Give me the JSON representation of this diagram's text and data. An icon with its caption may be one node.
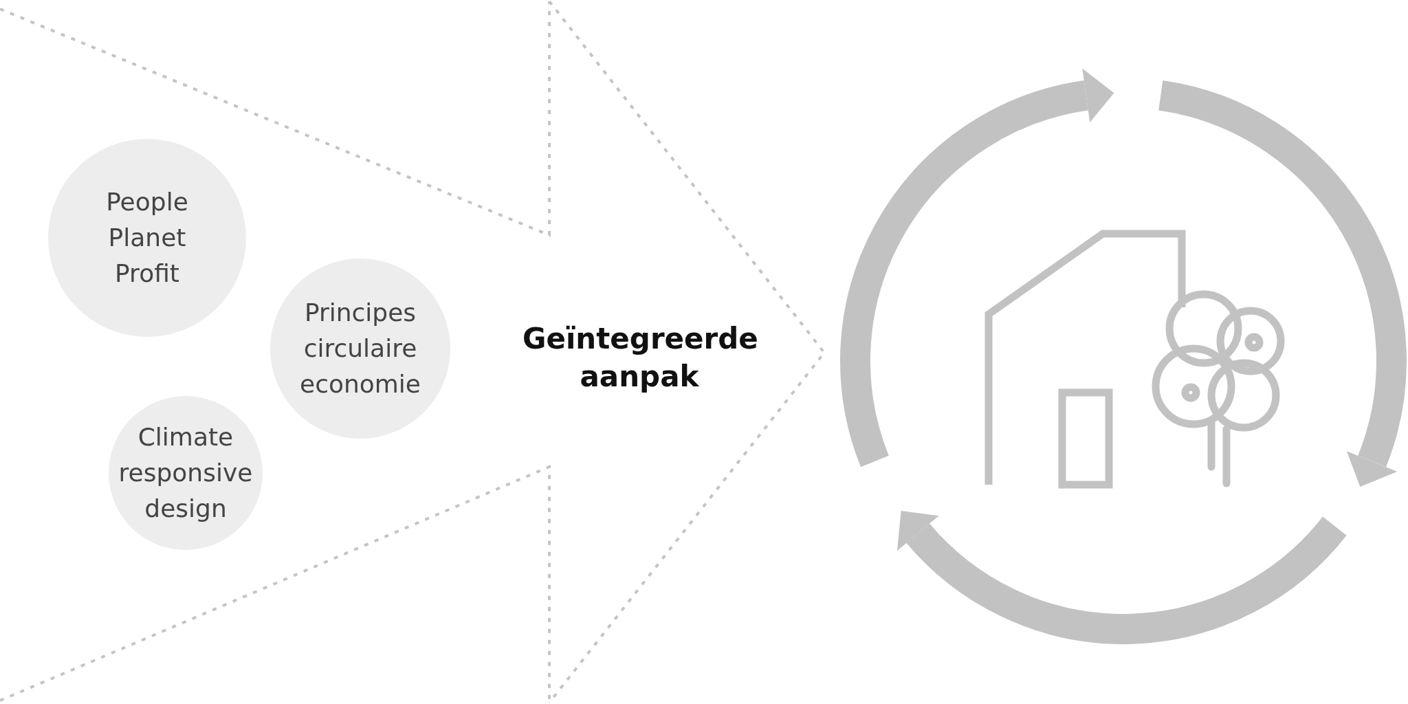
{
  "diagram": {
    "nodes": [
      {
        "text": [
          "Geïntegreerde aanpak"
        ]
      },
      {
        "text": [
          "People Planet Profit"
        ],
        "in": 0
      },
      {
        "text": [
          "Principes circulaire economie"
        ],
        "in": 0
      },
      {
        "text": [
          "Climate responsive design"
        ],
        "in": 0
      }
    ]
  }
}
